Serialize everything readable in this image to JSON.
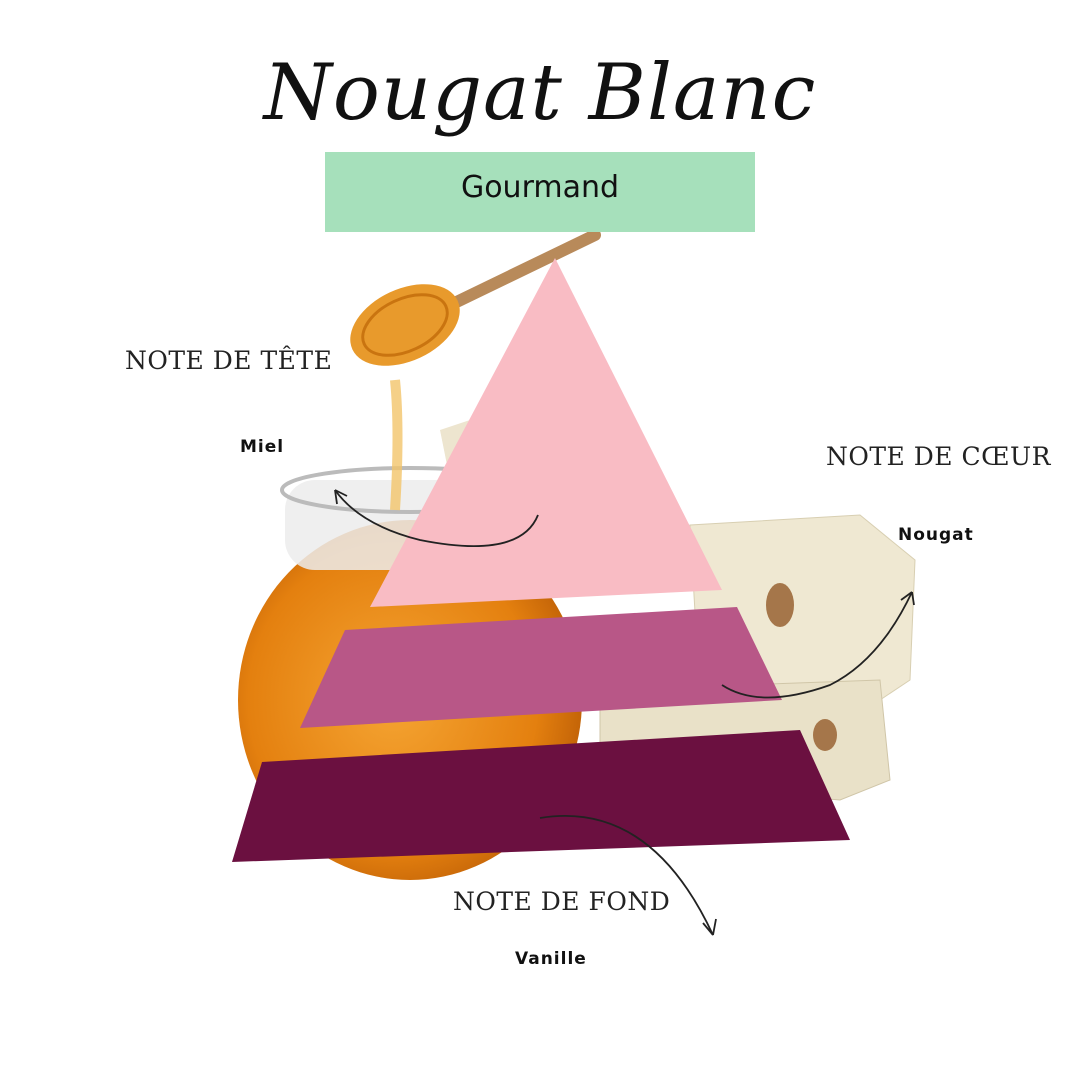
{
  "title": "Nougat Blanc",
  "family": "Gourmand",
  "notes": {
    "top": {
      "label": "NOTE DE TÊTE",
      "ingredient": "Miel"
    },
    "heart": {
      "label": "NOTE DE CŒUR",
      "ingredient": "Nougat"
    },
    "base": {
      "label": "NOTE DE FOND",
      "ingredient": "Vanille"
    }
  },
  "colors": {
    "tape": "#a6e0bb",
    "pyramid_top": "#f9bcc4",
    "pyramid_middle": "#b85787",
    "pyramid_base": "#6b1040"
  }
}
